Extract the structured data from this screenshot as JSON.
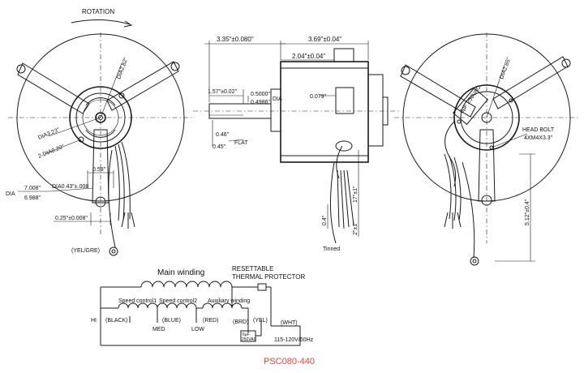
{
  "labels": {
    "rotation": "ROTATION",
    "dim_335": "3.35\"±0.080\"",
    "dim_369": "3.69\"±0.04\"",
    "dim_204": "2.04\"±0.04\"",
    "dim_157": "1.57\"±0.02\"",
    "dim_05000": "0.5000\"",
    "dim_04986": "0.4986\"",
    "dia": "DIA",
    "dim_0079": "0.079\"",
    "dim_046": "0.46\"",
    "dim_045": "0.45\"",
    "flat": "FLAT",
    "dia282": "DIA2.82\"",
    "dia323": "DIA3.23\"",
    "hole": "2-DIA0.20\"",
    "dim_058": "0.58\"",
    "dia_left": "DIA",
    "dim_7008": "7.008\"",
    "dim_6988": "6.988\"",
    "dia043": "DIA0.43\"±.008",
    "dim_025": "0.25\"±0.008\"",
    "yel_gre": "(YEL/GRE)",
    "dim_17": "17\"±1\"",
    "dim_04": "0.4\"",
    "dim_2": "2\"±1\"",
    "tinned": "Tinned",
    "dia285": "DIA2.85\"",
    "cap_label": "6μF 250VAC",
    "head_bolt": "HEAD BOLT",
    "head_bolt_spec": "4XM4X3.3\"",
    "dim_512": "5.12\"±0.4\""
  },
  "wiring": {
    "main_winding": "Main winding",
    "protector_line1": "RESETTABLE",
    "protector_line2": "THERMAL PROTECTOR",
    "speed1": "Speed control1",
    "speed2": "Speed control2",
    "aux": "Auxiliary winding",
    "hi": "HI",
    "black": "(BLACK)",
    "med": "MED",
    "blue": "(BLUE)",
    "low": "LOW",
    "red": "(RED)",
    "brd": "(BRD)",
    "yel": "(YEL)",
    "wht": "(WHT)",
    "cap": "6μF",
    "cap_v": "250VAC",
    "supply": "115-120V/60Hz"
  },
  "model": "PSC080-440",
  "colors": {
    "model_text": "#e8413a"
  }
}
